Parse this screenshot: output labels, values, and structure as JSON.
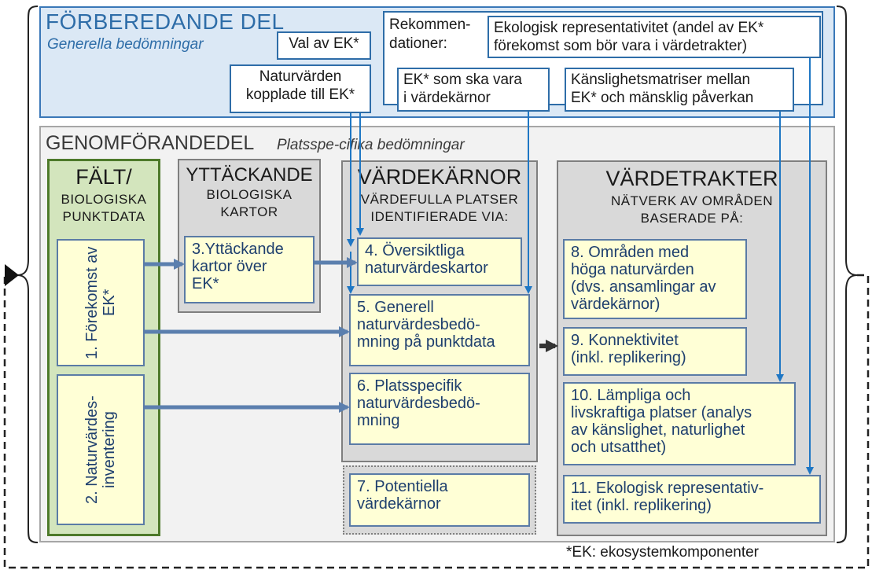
{
  "prep": {
    "title": "FÖRBEREDANDE DEL",
    "subtitle": "Generella bedömningar",
    "val_ek": "Val av EK*",
    "naturvarden_1": "Naturvärden",
    "naturvarden_2": "kopplade till EK*",
    "rek_1": "Rekommen-",
    "rek_2": "dationer:",
    "eko_1": "Ekologisk representativitet (andel av EK*",
    "eko_2": "förekomst som bör vara i värdetrakter)",
    "ekvk_1": "EK* som ska vara",
    "ekvk_2": "i värdekärnor",
    "kansl_1": "Känslighetsmatriser mellan",
    "kansl_2": "EK* och mänsklig påverkan"
  },
  "impl": {
    "title": "GENOMFÖRANDEDEL",
    "subtitle": "Platsspe-cifika bedömningar"
  },
  "falt": {
    "title": "FÄLT/",
    "sub_1": "BIOLOGISKA",
    "sub_2": "PUNKTDATA",
    "box1": "1. Förekomst av EK*",
    "box2": "2. Naturvärdes-inventering"
  },
  "ytt": {
    "title": "YTTÄCKANDE",
    "sub_1": "BIOLOGISKA",
    "sub_2": "KARTOR",
    "box3_1": "3.Yttäckande",
    "box3_2": "kartor över",
    "box3_3": "EK*"
  },
  "vk": {
    "title": "VÄRDEKÄRNOR",
    "sub_1": "VÄRDEFULLA PLATSER",
    "sub_2": "IDENTIFIERADE VIA:",
    "b4_1": "4. Översiktliga",
    "b4_2": "naturvärdeskartor",
    "b5_1": "5. Generell",
    "b5_2": "naturvärdesbedö-",
    "b5_3": "mning på punktdata",
    "b6_1": "6. Platsspecifik",
    "b6_2": "naturvärdesbedö-",
    "b6_3": "mning",
    "b7_1": "7. Potentiella",
    "b7_2": "värdekärnor"
  },
  "vt": {
    "title": "VÄRDETRAKTER",
    "sub_1": "NÄTVERK AV OMRÅDEN",
    "sub_2": "BASERADE PÅ:",
    "b8_1": "8. Områden med",
    "b8_2": "höga naturvärden",
    "b8_3": "(dvs. ansamlingar av",
    "b8_4": "värdekärnor)",
    "b9_1": "9. Konnektivitet",
    "b9_2": "(inkl. replikering)",
    "b10_1": "10. Lämpliga och",
    "b10_2": "livskraftiga platser (analys",
    "b10_3": "av känslighet, naturlighet",
    "b10_4": "och utsatthet)",
    "b11_1": "11. Ekologisk representativ-",
    "b11_2": "itet (inkl. replikering)"
  },
  "footnote": "*EK: ekosystemkomponenter",
  "colors": {
    "blue": "#2e6da8",
    "arrow_blue": "#1f77c4",
    "arrow_steel": "#5b7fae",
    "green": "#4e7a2b",
    "yellow": "#ffffd6"
  }
}
